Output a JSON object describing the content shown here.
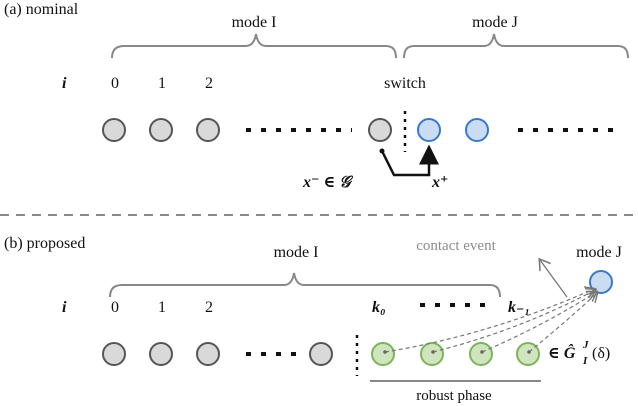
{
  "nominal": {
    "panel_label": "(a) nominal",
    "mode_left_label": "mode I",
    "mode_right_label": "mode J",
    "index_symbol": "i",
    "indices": [
      "0",
      "1",
      "2"
    ],
    "switch_label": "switch",
    "pre_state_label": "x⁻ ∈ 𝒢",
    "post_state_label": "x⁺"
  },
  "proposed": {
    "panel_label": "(b) proposed",
    "mode_left_label": "mode I",
    "mode_right_label": "mode J",
    "contact_event_label": "contact event",
    "index_symbol": "i",
    "indices": [
      "0",
      "1",
      "2"
    ],
    "k_start_label": "k₀",
    "k_end_label": "k₋₁",
    "set_label": "∈ Ĝ",
    "set_sup": "J",
    "set_sub": "I",
    "set_arg": "(δ)",
    "robust_phase_label": "robust phase"
  },
  "colors": {
    "gray_node_fill": "#d9d9d9",
    "gray_node_stroke": "#555555",
    "blue_node_fill": "#c9dcf2",
    "blue_node_stroke": "#3a78c9",
    "green_node_fill": "#cfe5bd",
    "green_node_stroke": "#7cb35c",
    "bracket": "#888888",
    "separator": "#888888"
  }
}
